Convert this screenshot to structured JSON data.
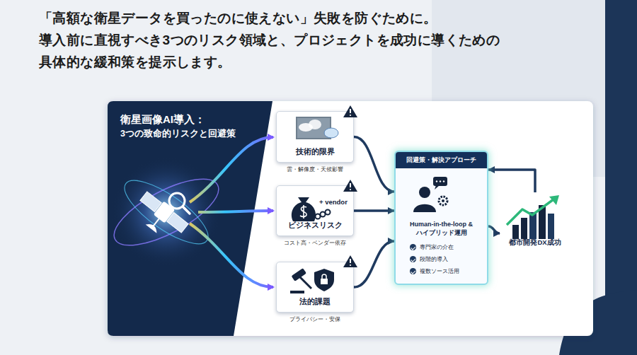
{
  "diagram": {
    "title": "衛星画像AI導入： 3つの致命的リスクと回避策",
    "caption": "「高額な衛星データを買ったのに使えない」失敗を防ぐために。 導入前に直視すべき3つのリスク領域と、プロジェクトを成功に導くための 具体的な緩和策を提示します。",
    "nodes": [
      {
        "text": [
          "技術的限界",
          "雲・解像度・天候影響"
        ]
      },
      {
        "text": [
          "+ vendor",
          "ビジネスリスク",
          "コスト高・ベンダー依存"
        ]
      },
      {
        "text": [
          "法的課題",
          "プライバシー・安保"
        ]
      },
      {
        "text": [
          "回避策・解決アプローチ",
          "Human-in-the-loop & ハイブリッド運用",
          "専門家の介在",
          "段階的導入",
          "複数ソース活用"
        ]
      },
      {
        "text": [
          "都市開発DX成功"
        ]
      }
    ],
    "edges": [
      {
        "from": 0,
        "to": 3,
        "arrow": "to"
      },
      {
        "from": 1,
        "to": 3,
        "arrow": "to"
      },
      {
        "from": 2,
        "to": 3,
        "arrow": "to"
      },
      {
        "from": 3,
        "to": 4,
        "arrow": "to"
      },
      {
        "from": 4,
        "to": 3,
        "arrow": "to"
      }
    ]
  }
}
